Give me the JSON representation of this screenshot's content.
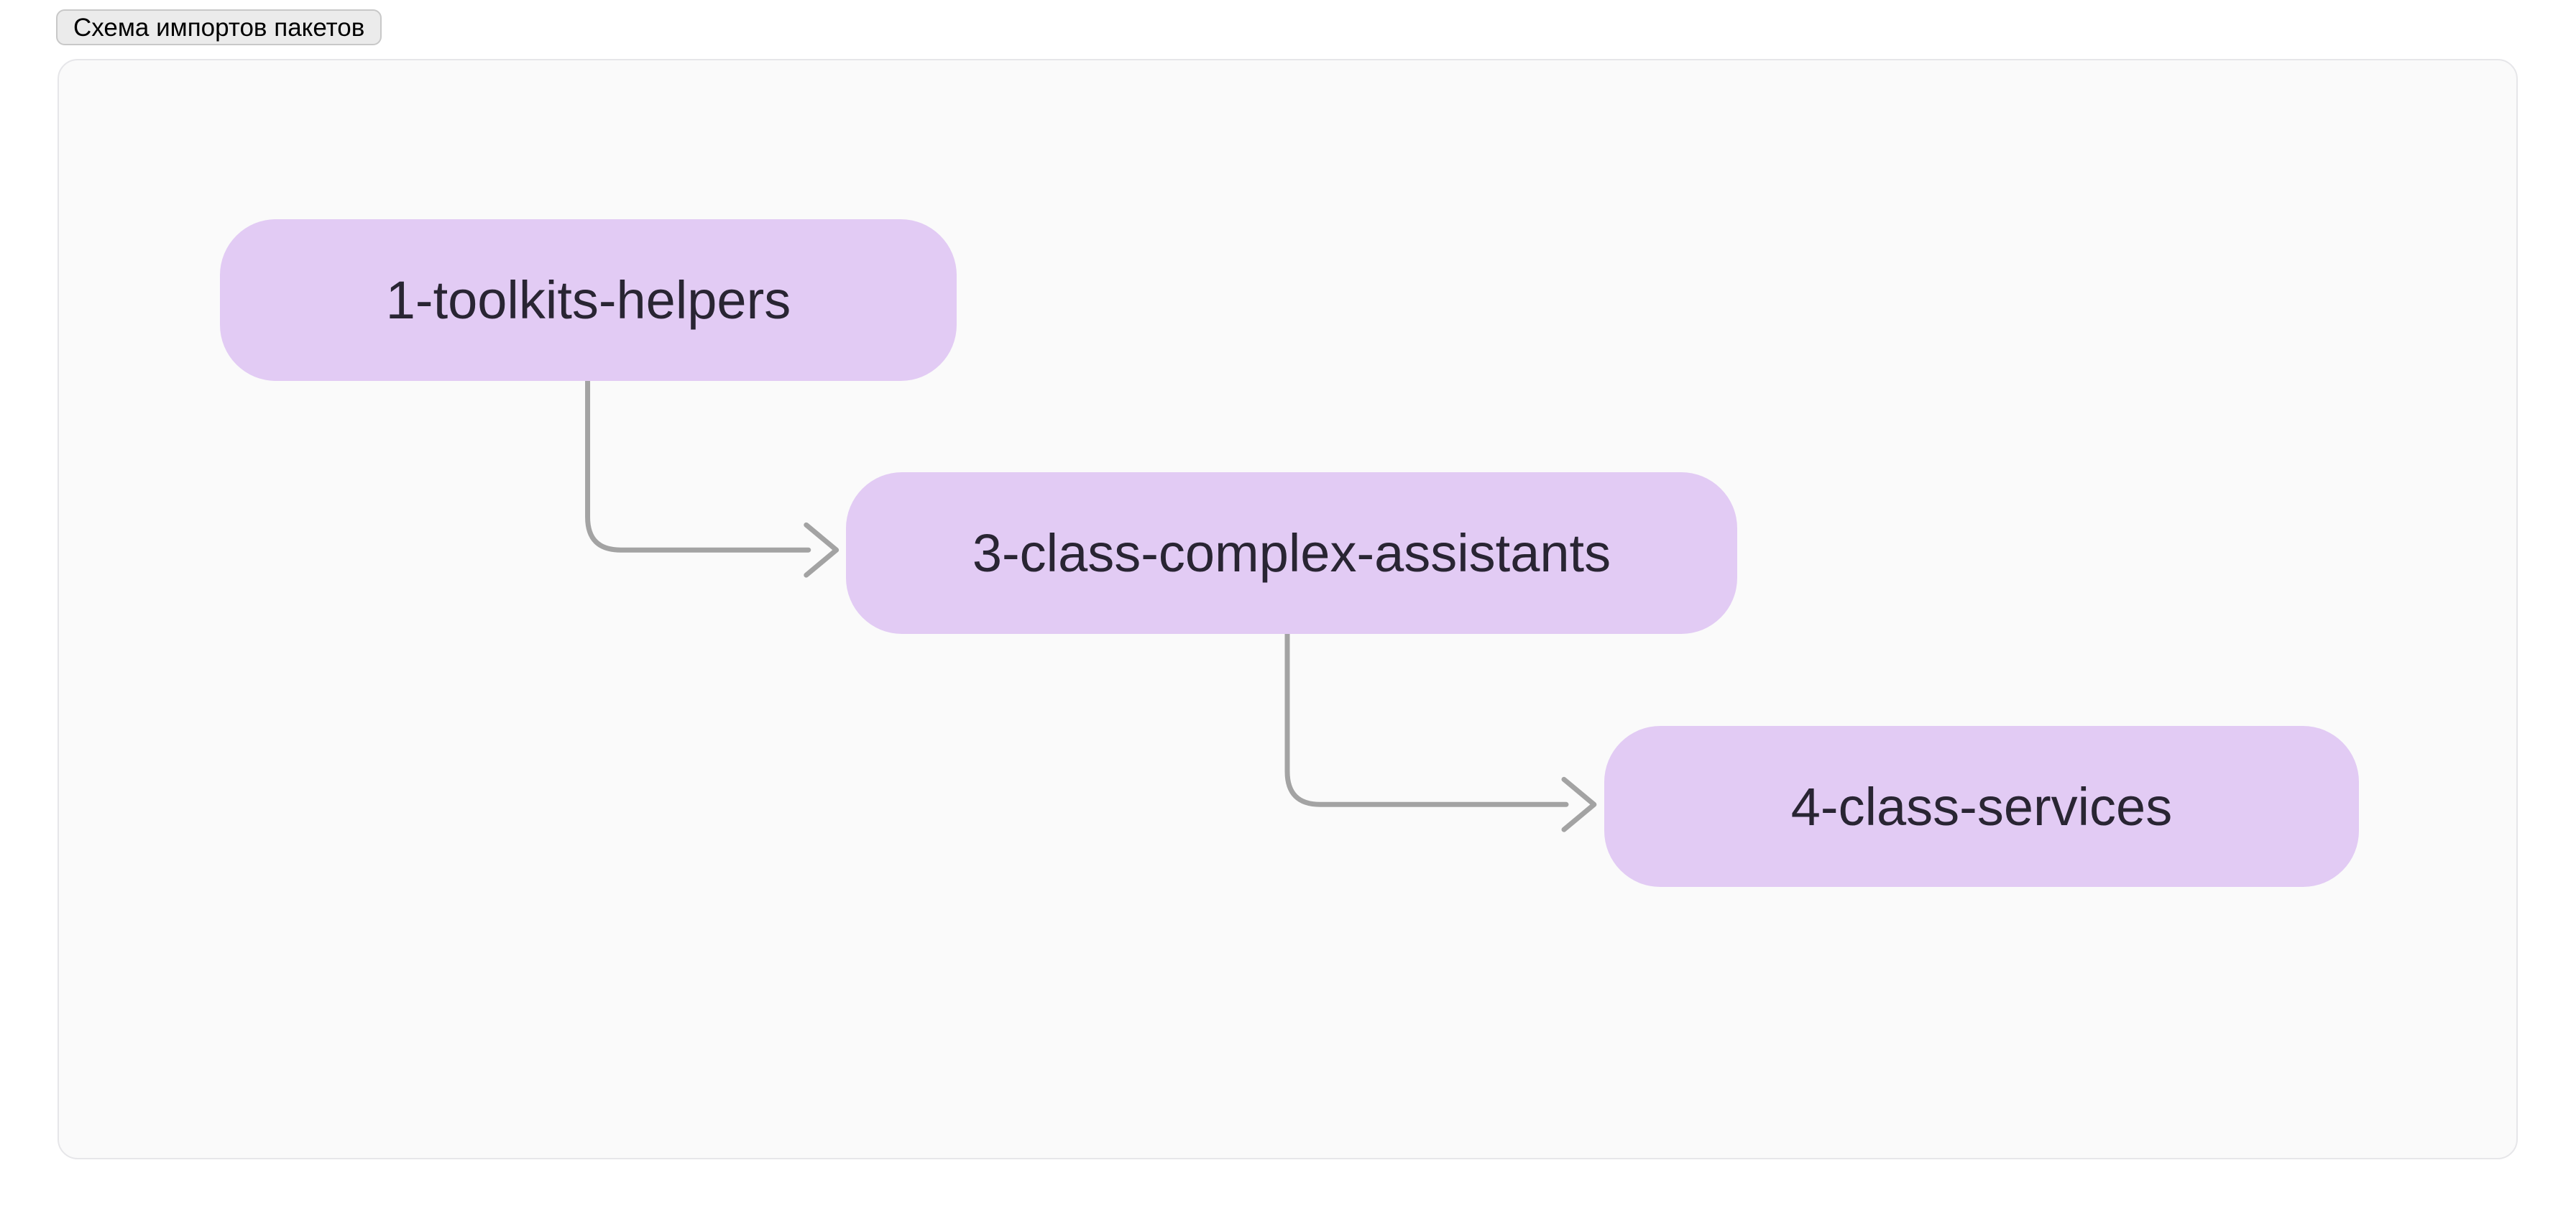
{
  "badge": {
    "label": "Схема импортов пакетов"
  },
  "diagram": {
    "type": "flowchart",
    "orientation": "stepped-top-left-to-bottom-right",
    "nodes": [
      {
        "id": "1-toolkits-helpers",
        "label": "1-toolkits-helpers"
      },
      {
        "id": "3-class-complex-assistants",
        "label": "3-class-complex-assistants"
      },
      {
        "id": "4-class-services",
        "label": "4-class-services"
      }
    ],
    "edges": [
      {
        "from": "1-toolkits-helpers",
        "to": "3-class-complex-assistants",
        "style": "elbow-down-right-open-arrow"
      },
      {
        "from": "3-class-complex-assistants",
        "to": "4-class-services",
        "style": "elbow-down-right-open-arrow"
      }
    ]
  },
  "colors": {
    "page_bg": "#ffffff",
    "canvas_bg": "#fafafa",
    "canvas_border": "#e6e6e9",
    "node_fill": "#e2cbf4",
    "node_text": "#292533",
    "edge_stroke": "#a3a3a3",
    "badge_bg": "#ebebeb",
    "badge_border": "#c8c8c8",
    "badge_text": "#000000"
  }
}
